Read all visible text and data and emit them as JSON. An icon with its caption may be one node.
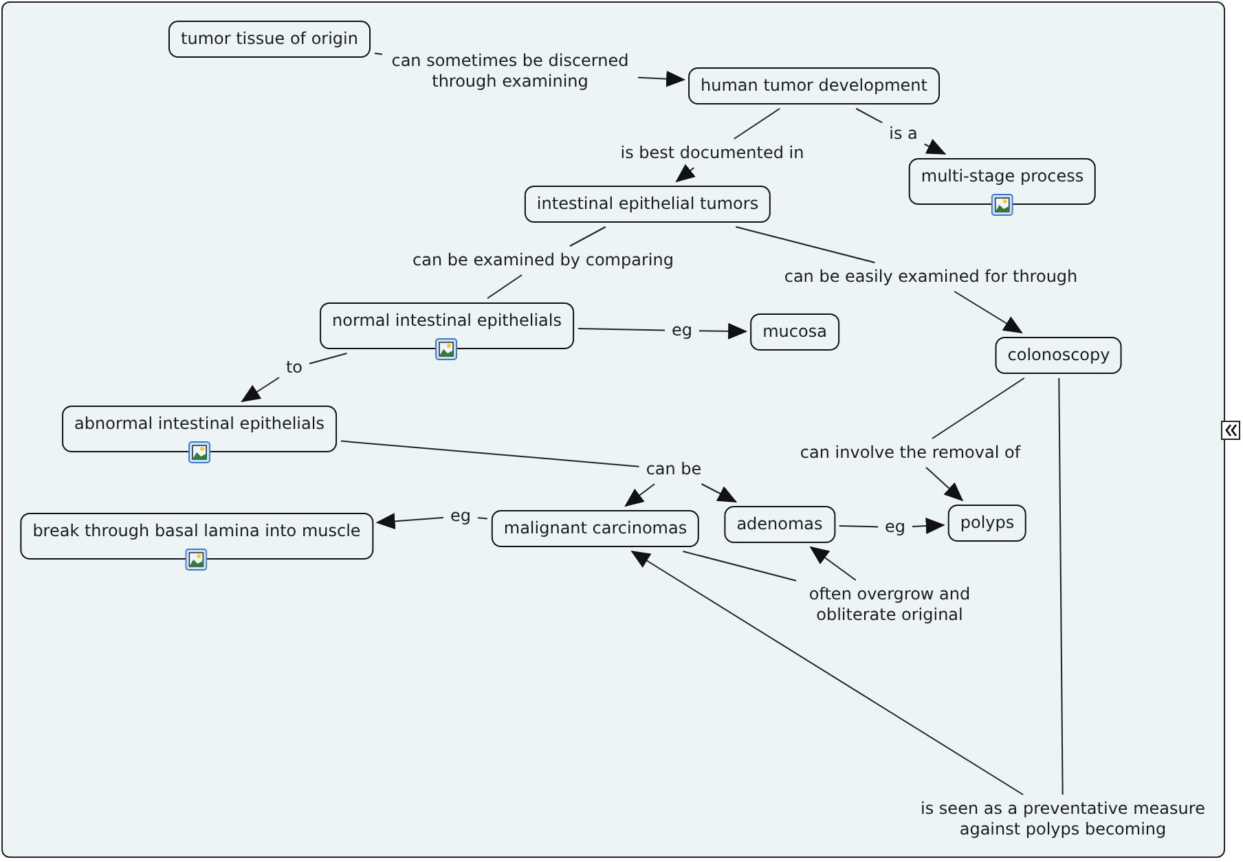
{
  "diagram": {
    "nodes": [
      {
        "text": [
          "tumor tissue of origin"
        ]
      },
      {
        "text": [
          "can sometimes be discerned through examining"
        ]
      },
      {
        "text": [
          "human tumor development"
        ]
      },
      {
        "text": [
          "is best documented in"
        ]
      },
      {
        "text": [
          "is a"
        ]
      },
      {
        "text": [
          "multi-stage process"
        ]
      },
      {
        "text": [
          "intestinal epithelial tumors"
        ]
      },
      {
        "text": [
          "can be examined by comparing"
        ]
      },
      {
        "text": [
          "can be easily examined for through"
        ]
      },
      {
        "text": [
          "normal intestinal epithelials"
        ]
      },
      {
        "text": [
          "eg"
        ]
      },
      {
        "text": [
          "mucosa"
        ]
      },
      {
        "text": [
          "colonoscopy"
        ]
      },
      {
        "text": [
          "to"
        ]
      },
      {
        "text": [
          "abnormal intestinal epithelials"
        ]
      },
      {
        "text": [
          "can involve the removal of"
        ]
      },
      {
        "text": [
          "can be"
        ]
      },
      {
        "text": [
          "break through basal lamina into muscle"
        ]
      },
      {
        "text": [
          "eg"
        ]
      },
      {
        "text": [
          "malignant carcinomas"
        ]
      },
      {
        "text": [
          "adenomas"
        ]
      },
      {
        "text": [
          "eg"
        ]
      },
      {
        "text": [
          "polyps"
        ]
      },
      {
        "text": [
          "often overgrow and obliterate original"
        ]
      },
      {
        "text": [
          "is seen as a preventative measure against polyps becoming"
        ]
      }
    ],
    "edges": [
      {
        "from": 0,
        "to": 1,
        "arrow": "none"
      },
      {
        "from": 1,
        "to": 2,
        "arrow": "to"
      },
      {
        "from": 2,
        "to": 3,
        "arrow": "none"
      },
      {
        "from": 3,
        "to": 6,
        "arrow": "to"
      },
      {
        "from": 2,
        "to": 4,
        "arrow": "none"
      },
      {
        "from": 4,
        "to": 5,
        "arrow": "to"
      },
      {
        "from": 6,
        "to": 7,
        "arrow": "none"
      },
      {
        "from": 7,
        "to": 9,
        "arrow": "none"
      },
      {
        "from": 6,
        "to": 8,
        "arrow": "none"
      },
      {
        "from": 8,
        "to": 12,
        "arrow": "to"
      },
      {
        "from": 9,
        "to": 10,
        "arrow": "none"
      },
      {
        "from": 10,
        "to": 11,
        "arrow": "to"
      },
      {
        "from": 9,
        "to": 13,
        "arrow": "none"
      },
      {
        "from": 13,
        "to": 14,
        "arrow": "to"
      },
      {
        "from": 12,
        "to": 15,
        "arrow": "none"
      },
      {
        "from": 15,
        "to": 22,
        "arrow": "to"
      },
      {
        "from": 14,
        "to": 16,
        "arrow": "none"
      },
      {
        "from": 16,
        "to": 19,
        "arrow": "to"
      },
      {
        "from": 16,
        "to": 20,
        "arrow": "to"
      },
      {
        "from": 19,
        "to": 18,
        "arrow": "none"
      },
      {
        "from": 18,
        "to": 17,
        "arrow": "to"
      },
      {
        "from": 20,
        "to": 21,
        "arrow": "none"
      },
      {
        "from": 21,
        "to": 22,
        "arrow": "to"
      },
      {
        "from": 19,
        "to": 23,
        "arrow": "none"
      },
      {
        "from": 23,
        "to": 20,
        "arrow": "to"
      },
      {
        "from": 12,
        "to": 24,
        "arrow": "none"
      },
      {
        "from": 24,
        "to": 19,
        "arrow": "to"
      }
    ]
  }
}
